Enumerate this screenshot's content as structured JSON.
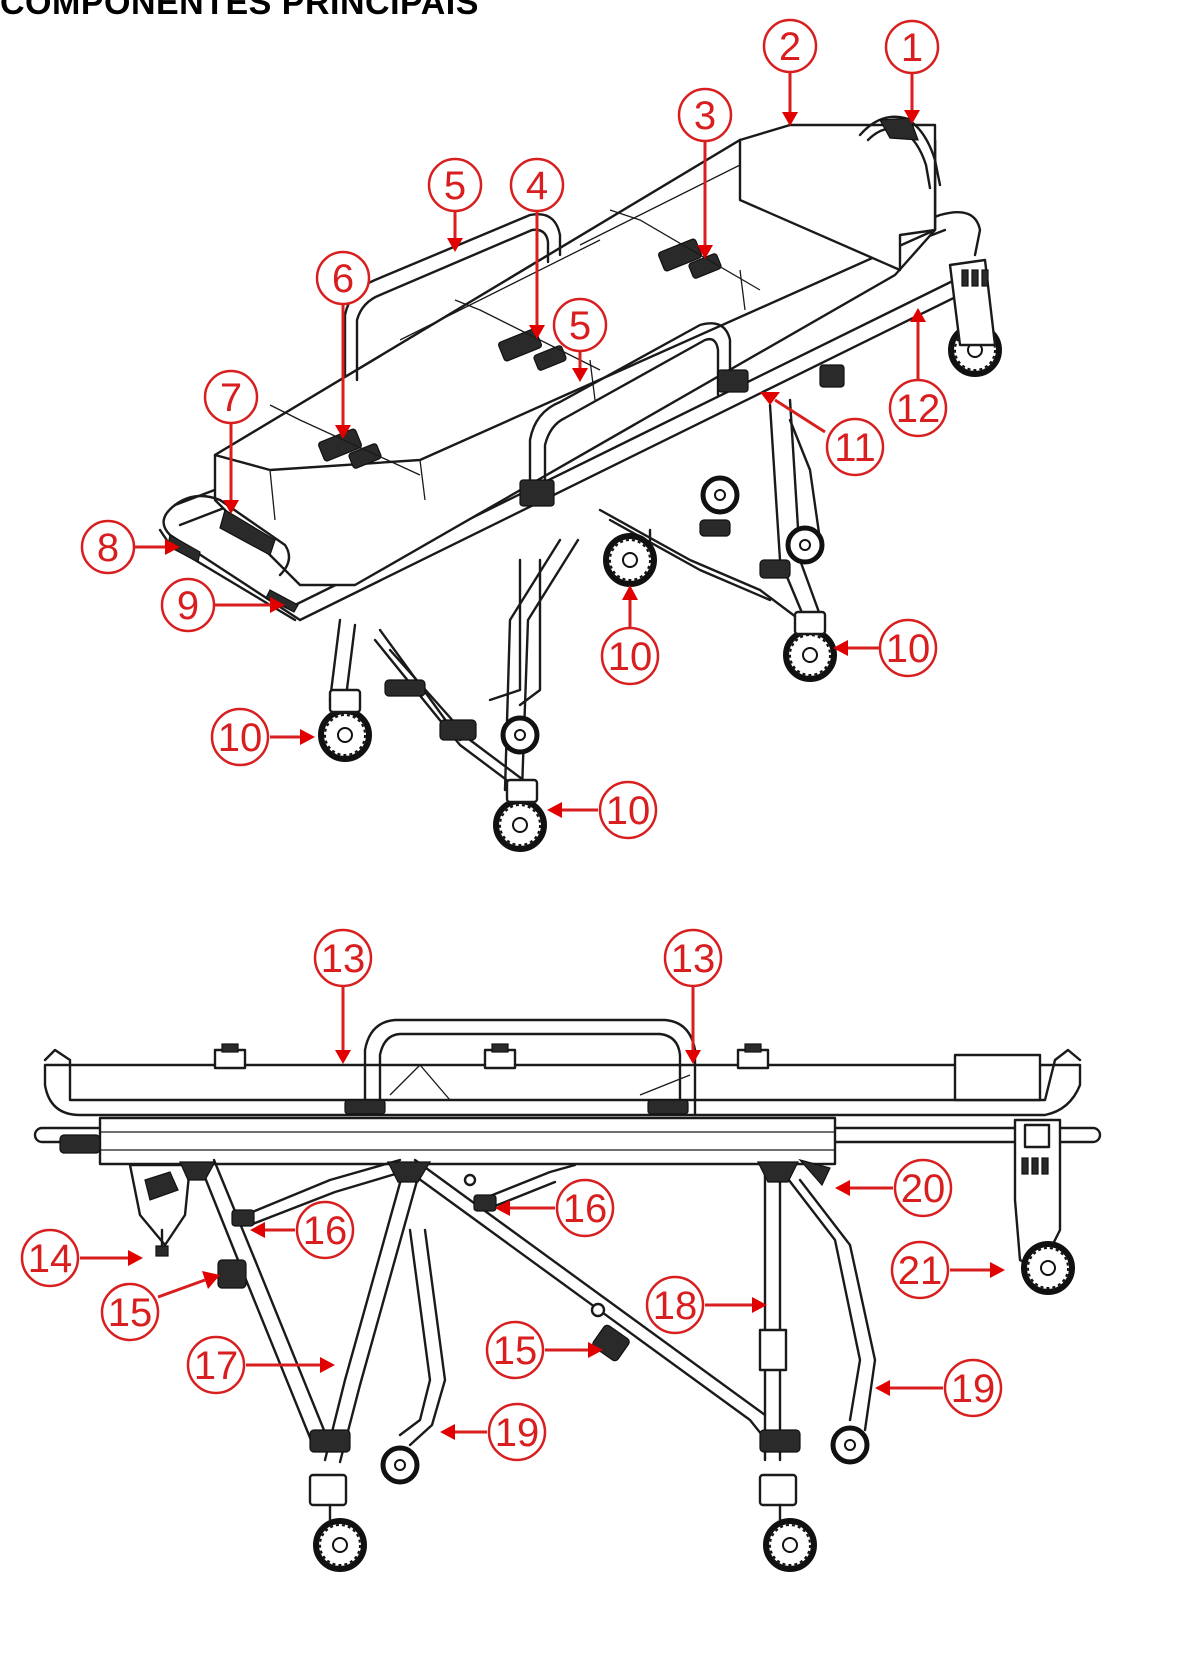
{
  "page": {
    "title": "COMPONENTES PRINCIPAIS"
  },
  "callouts": [
    {
      "id": "c1",
      "label": "1"
    },
    {
      "id": "c2",
      "label": "2"
    },
    {
      "id": "c3",
      "label": "3"
    },
    {
      "id": "c4",
      "label": "4"
    },
    {
      "id": "c5a",
      "label": "5"
    },
    {
      "id": "c5b",
      "label": "5"
    },
    {
      "id": "c6",
      "label": "6"
    },
    {
      "id": "c7",
      "label": "7"
    },
    {
      "id": "c8",
      "label": "8"
    },
    {
      "id": "c9",
      "label": "9"
    },
    {
      "id": "c10a",
      "label": "10"
    },
    {
      "id": "c10b",
      "label": "10"
    },
    {
      "id": "c10c",
      "label": "10"
    },
    {
      "id": "c10d",
      "label": "10"
    },
    {
      "id": "c11",
      "label": "11"
    },
    {
      "id": "c12",
      "label": "12"
    },
    {
      "id": "c13a",
      "label": "13"
    },
    {
      "id": "c13b",
      "label": "13"
    },
    {
      "id": "c14",
      "label": "14"
    },
    {
      "id": "c15a",
      "label": "15"
    },
    {
      "id": "c15b",
      "label": "15"
    },
    {
      "id": "c16a",
      "label": "16"
    },
    {
      "id": "c16b",
      "label": "16"
    },
    {
      "id": "c17",
      "label": "17"
    },
    {
      "id": "c18",
      "label": "18"
    },
    {
      "id": "c19a",
      "label": "19"
    },
    {
      "id": "c19b",
      "label": "19"
    },
    {
      "id": "c20",
      "label": "20"
    },
    {
      "id": "c21",
      "label": "21"
    }
  ],
  "colors": {
    "callout": "#d81e1e",
    "arrow": "#e10000",
    "ink": "#1a1a1a",
    "background": "#ffffff"
  }
}
